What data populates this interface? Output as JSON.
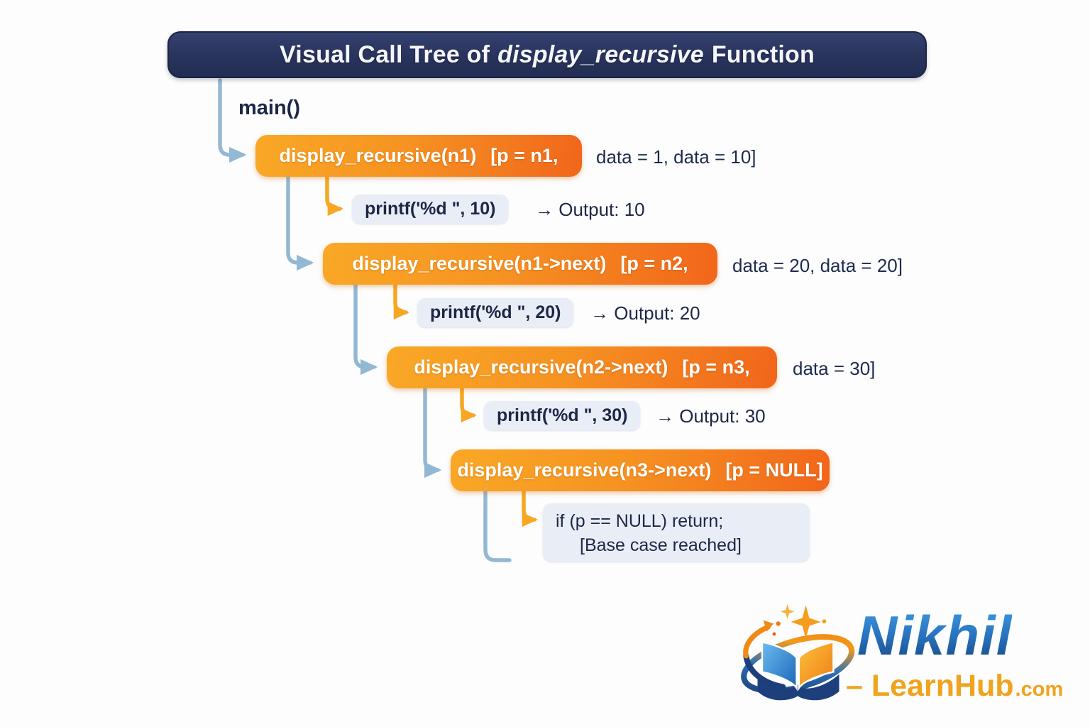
{
  "header": {
    "title_prefix": "Visual Call Tree of",
    "title_italic": "display_recursive",
    "title_suffix": "Function"
  },
  "root_label": "main()",
  "calls": [
    {
      "call": "display_recursive(n1)",
      "state": "[p = n1,",
      "annotation": "data = 1, data = 10]",
      "action": "printf('%d \", 10)",
      "result": "→ Output: 10"
    },
    {
      "call": "display_recursive(n1->next)",
      "state": "[p = n2,",
      "annotation": "data = 20, data = 20]",
      "action": "printf('%d \", 20)",
      "result": "→ Output: 20"
    },
    {
      "call": "display_recursive(n2->next)",
      "state": "[p = n3,",
      "annotation": "data = 30]",
      "action": "printf('%d \", 30)",
      "result": "→ Output: 30"
    },
    {
      "call": "display_recursive(n3->next)",
      "state": "[p = NULL]",
      "base_case_line1": "if (p == NULL) return;",
      "base_case_line2": "[Base case reached]"
    }
  ],
  "logo": {
    "brand": "Nikhil",
    "sub_main": "– LearnHub",
    "sub_tld": ".com"
  },
  "colors": {
    "banner_navy": "#2a3560",
    "box_orange_start": "#f9a826",
    "box_orange_end": "#f1661b",
    "arrow_blue": "#93b8d4",
    "arrow_orange": "#f7a722",
    "code_box_bg": "#e9eef6",
    "text_navy": "#1d2747",
    "logo_blue": "#2a77c4",
    "logo_orange": "#f0a31c"
  }
}
